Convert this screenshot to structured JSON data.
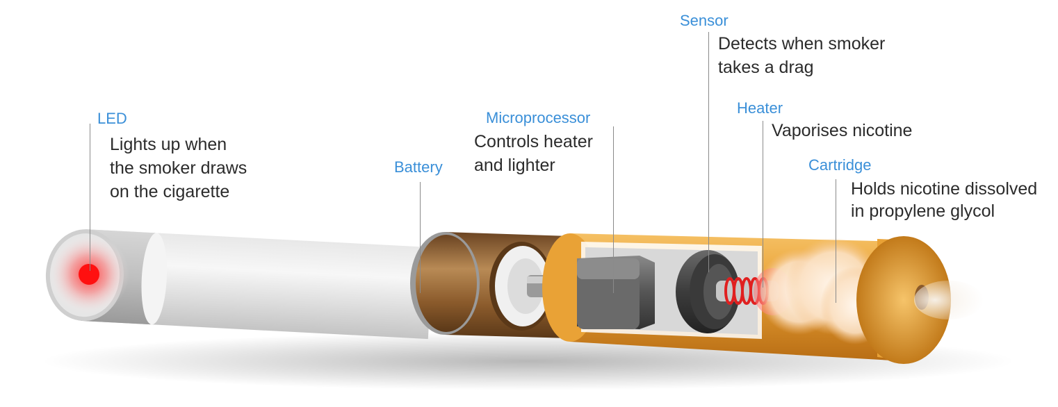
{
  "components": [
    {
      "id": "led",
      "label": "LED",
      "description": [
        "Lights up when",
        "the smoker draws",
        "on the cigarette"
      ]
    },
    {
      "id": "battery",
      "label": "Battery",
      "description": []
    },
    {
      "id": "microprocessor",
      "label": "Microprocessor",
      "description": [
        "Controls heater",
        "and lighter"
      ]
    },
    {
      "id": "sensor",
      "label": "Sensor",
      "description": [
        "Detects when smoker",
        "takes a drag"
      ]
    },
    {
      "id": "heater",
      "label": "Heater",
      "description": [
        "Vaporises nicotine"
      ]
    },
    {
      "id": "cartridge",
      "label": "Cartridge",
      "description": [
        "Holds nicotine dissolved",
        "in propylene glycol"
      ]
    }
  ],
  "colors": {
    "label": "#3a8fd8",
    "text": "#2b2b2b",
    "led": "#ff1a1a",
    "orange_shell": "#e9a236",
    "battery_brown": "#8a5a2b",
    "coil": "#e02020"
  }
}
